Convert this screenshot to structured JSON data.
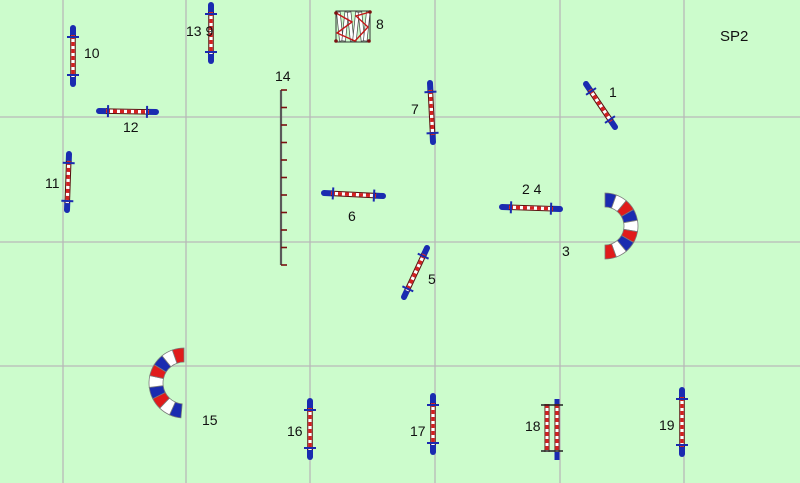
{
  "course": {
    "name": "SP2",
    "background_color": "#ccfccc",
    "grid_color": "#b8b8b8",
    "bar_colors": {
      "stand": "#1a2bb0",
      "pole_red": "#d42020",
      "pole_white": "#ffffff"
    },
    "tunnel_colors": [
      "#1a2bb0",
      "#ffffff",
      "#e01b1b"
    ]
  },
  "obstacles": [
    {
      "id": "jump-1",
      "type": "jump",
      "label": "1"
    },
    {
      "id": "jump-2-4",
      "type": "jump",
      "label": "2 4"
    },
    {
      "id": "tunnel-3",
      "type": "tunnel",
      "label": "3"
    },
    {
      "id": "jump-5",
      "type": "jump",
      "label": "5"
    },
    {
      "id": "jump-6",
      "type": "jump",
      "label": "6"
    },
    {
      "id": "jump-7",
      "type": "jump",
      "label": "7"
    },
    {
      "id": "weave-8",
      "type": "weave-fence",
      "label": "8"
    },
    {
      "id": "jump-13-9",
      "type": "jump",
      "label": "13 9"
    },
    {
      "id": "jump-10",
      "type": "jump",
      "label": "10"
    },
    {
      "id": "jump-11",
      "type": "jump",
      "label": "11"
    },
    {
      "id": "jump-12",
      "type": "jump",
      "label": "12"
    },
    {
      "id": "weave-poles-14",
      "type": "weave-poles",
      "label": "14"
    },
    {
      "id": "tunnel-15",
      "type": "tunnel",
      "label": "15"
    },
    {
      "id": "jump-16",
      "type": "jump",
      "label": "16"
    },
    {
      "id": "jump-17",
      "type": "jump",
      "label": "17"
    },
    {
      "id": "double-jump-18",
      "type": "double-jump",
      "label": "18"
    },
    {
      "id": "jump-19",
      "type": "jump",
      "label": "19"
    }
  ]
}
